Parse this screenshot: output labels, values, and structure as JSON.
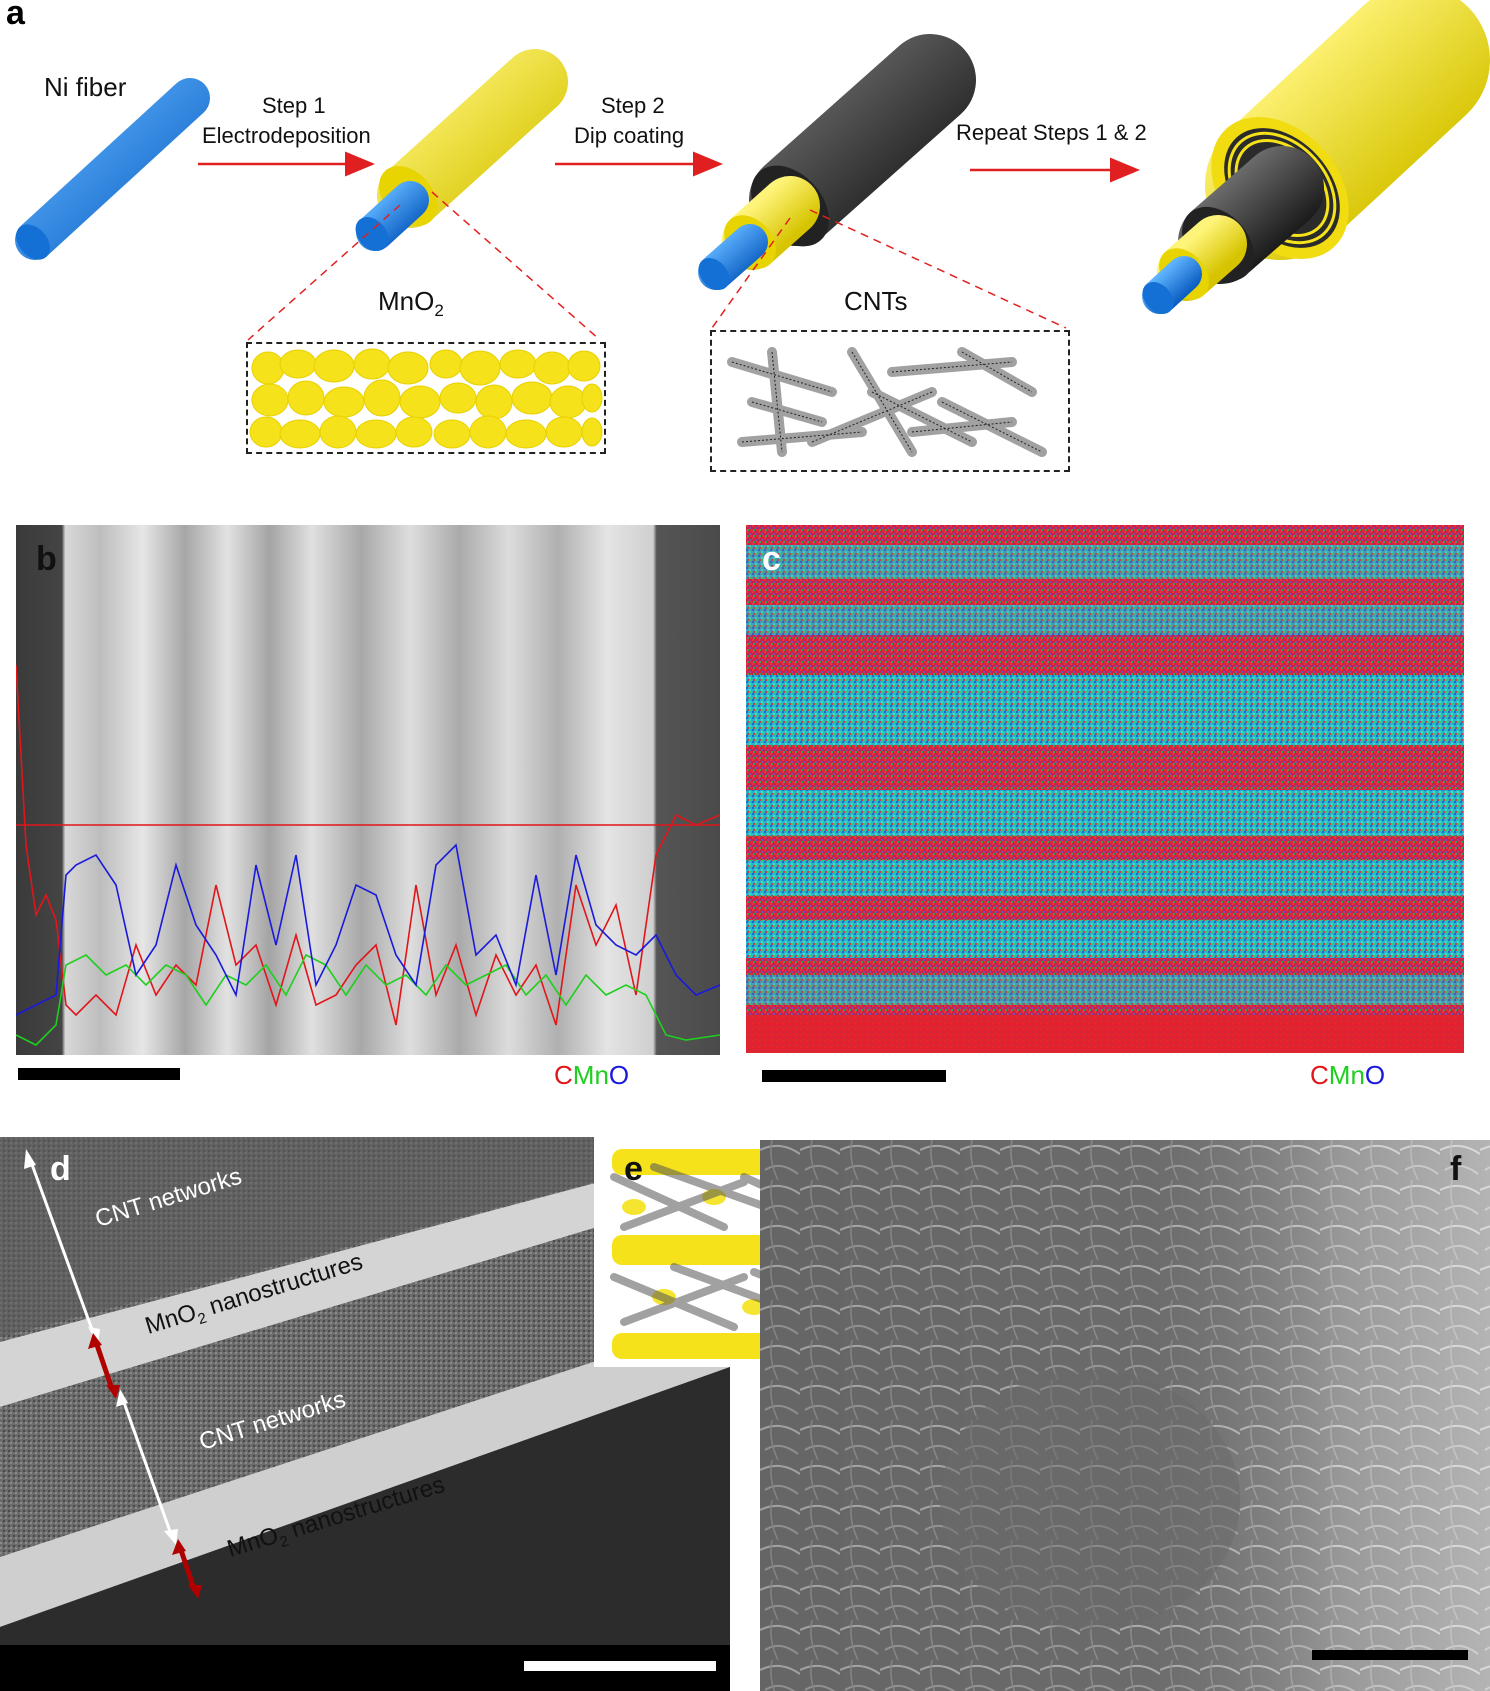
{
  "panel_a": {
    "letter": "a",
    "ni_fiber_label": "Ni fiber",
    "step1_line1": "Step 1",
    "step1_line2": "Electrodeposition",
    "step2_line1": "Step 2",
    "step2_line2": "Dip coating",
    "repeat_label": "Repeat Steps 1 & 2",
    "mno2_label_base": "MnO",
    "mno2_label_sub": "2",
    "cnts_label": "CNTs"
  },
  "panel_b": {
    "letter": "b",
    "legend": {
      "c": "C",
      "mn": "Mn",
      "o": "O"
    }
  },
  "panel_c": {
    "letter": "c",
    "legend": {
      "c": "C",
      "mn": "Mn",
      "o": "O"
    }
  },
  "panel_d": {
    "letter": "d",
    "cnt_label_1": "CNT networks",
    "mno2_label_1_base": "MnO",
    "mno2_label_1_sub": "2",
    "mno2_label_1_rest": " nanostructures",
    "cnt_label_2": "CNT networks",
    "mno2_label_2_base": "MnO",
    "mno2_label_2_sub": "2",
    "mno2_label_2_rest": " nanostructures"
  },
  "panel_e": {
    "letter": "e"
  },
  "panel_f": {
    "letter": "f"
  },
  "colors": {
    "ni_blue": "#1e7fe0",
    "mno2_yellow": "#f5e21a",
    "cnt_black": "#2f2f2f",
    "arrow_red": "#e02020",
    "carbon_red": "#e0161b",
    "manganese_green": "#1fcf1f",
    "oxygen_blue": "#1a1adc",
    "arrow_dark_red": "#b00000"
  }
}
